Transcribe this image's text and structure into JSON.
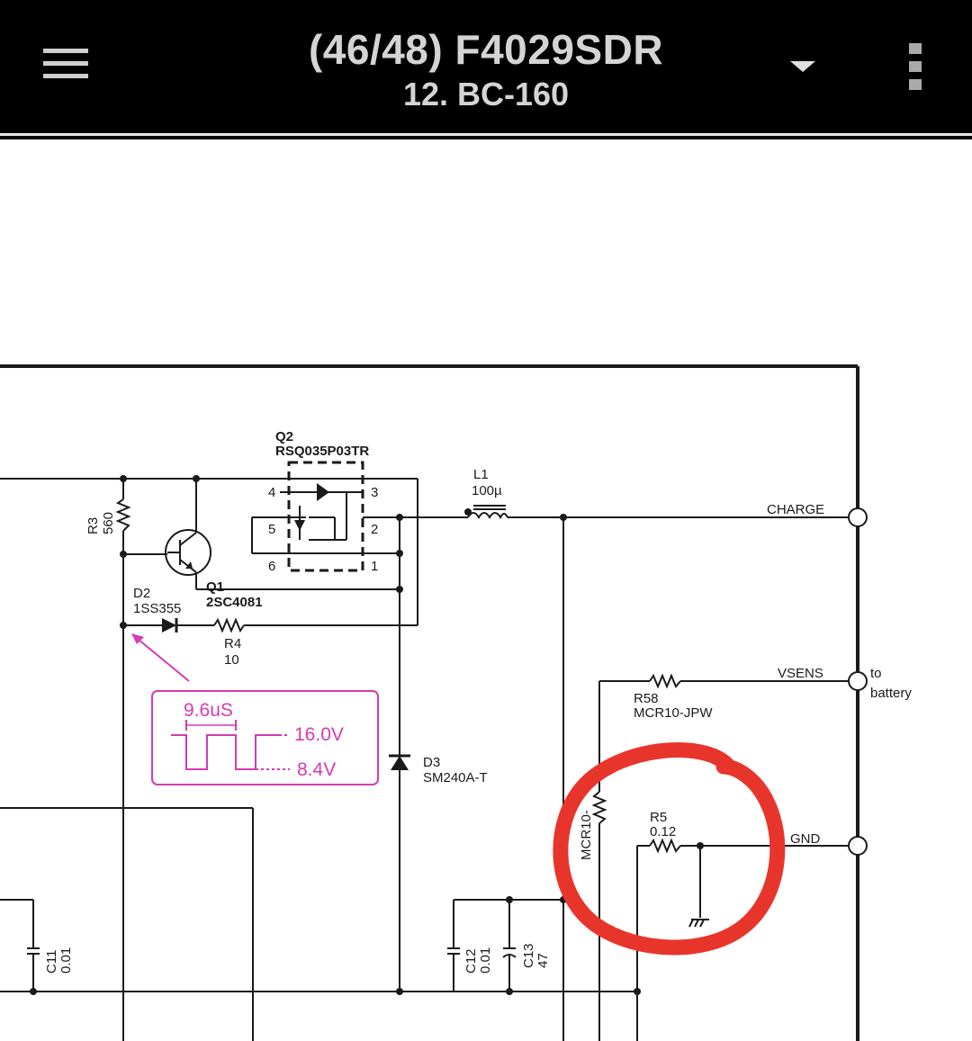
{
  "app_bar": {
    "title": "(46/48) F4029SDR",
    "subtitle": "12. BC-160",
    "menu_icon": "hamburger-menu-icon",
    "dropdown_icon": "caret-down-icon",
    "more_icon": "more-vertical-icon"
  },
  "schematic": {
    "q2": {
      "ref": "Q2",
      "part": "RSQ035P03TR",
      "pins": [
        "4",
        "5",
        "6",
        "3",
        "2",
        "1"
      ]
    },
    "q1": {
      "ref": "Q1",
      "part": "2SC4081"
    },
    "r3": {
      "ref": "R3",
      "value": "560"
    },
    "d2": {
      "ref": "D2",
      "part": "1SS355"
    },
    "r4": {
      "ref": "R4",
      "value": "10"
    },
    "l1": {
      "ref": "L1",
      "value": "100µ"
    },
    "d3": {
      "ref": "D3",
      "part": "SM240A-T"
    },
    "r58": {
      "ref": "R58",
      "part": "MCR10-JPW"
    },
    "r5": {
      "ref": "R5",
      "value": "0.12"
    },
    "mcr_vertical": "MCR10-",
    "c11": {
      "ref": "C11",
      "value": "0.01"
    },
    "c12": {
      "ref": "C12",
      "value": "0.01"
    },
    "c13": {
      "ref": "C13",
      "value": "47"
    },
    "terminals": {
      "charge": "CHARGE",
      "vsens": "VSENS",
      "gnd": "GND",
      "to": "to",
      "battery": "battery"
    },
    "waveform": {
      "period": "9.6uS",
      "high": "16.0V",
      "low": "8.4V"
    }
  },
  "colors": {
    "ink": "#1a1a1a",
    "annotation": "#d63ab4",
    "highlight": "#e8352b",
    "appbar": "#000000"
  }
}
